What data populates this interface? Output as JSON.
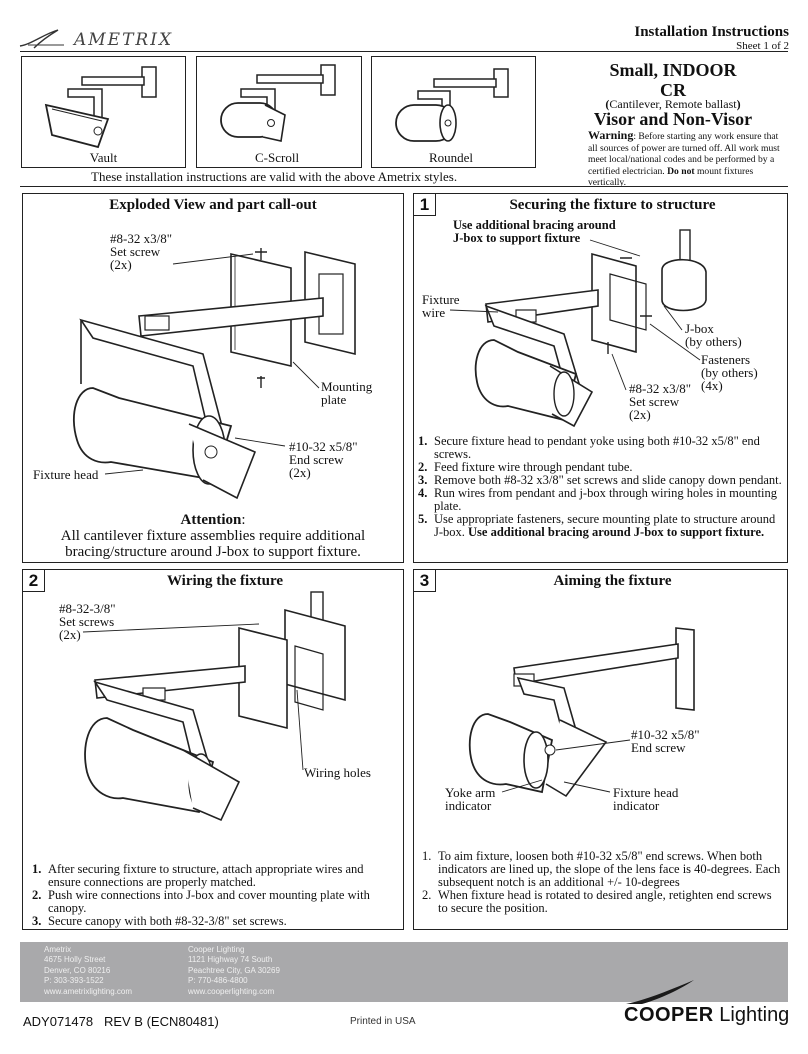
{
  "header": {
    "brand": "AMETRIX",
    "title": "Installation Instructions",
    "sheet": "Sheet 1 of 2"
  },
  "styles": [
    {
      "label": "Vault"
    },
    {
      "label": "C-Scroll"
    },
    {
      "label": "Roundel"
    }
  ],
  "styles_note": "These installation instructions are valid with the above Ametrix styles.",
  "product": {
    "line1": "Small, INDOOR",
    "line2": "CR",
    "paren_open": "(",
    "cantilever": "Cantilever",
    "comma": ", ",
    "remote": "Remote ballast",
    "paren_close": ")",
    "line4": "Visor and Non-Visor"
  },
  "warning": {
    "label": "Warning",
    "text": ": Before starting any work ensure that all sources of power are turned off.  All work must meet local/national codes and be performed by a certified electrician.",
    "bold_tail": "Do not",
    "tail": "mount fixtures vertically."
  },
  "exploded": {
    "title": "Exploded View and part call-out",
    "callouts": {
      "set_screw": "#8-32 x3/8\"\nSet screw\n(2x)",
      "mounting_plate": "Mounting\nplate",
      "end_screw": "#10-32 x5/8\"\nEnd screw\n(2x)",
      "fixture_head": "Fixture head"
    },
    "attention_label": "Attention",
    "attention_colon": ":",
    "attention_text": "All cantilever fixture assemblies require additional bracing/structure around J-box to support fixture."
  },
  "panel1": {
    "number": "1",
    "title": "Securing the fixture to structure",
    "bracing_note": "Use additional bracing around\nJ-box to support fixture",
    "callouts": {
      "fixture_wire": "Fixture\nwire",
      "jbox": "J-box\n(by others)",
      "fasteners": "Fasteners\n(by others)\n(4x)",
      "set_screw": "#8-32 x3/8\"\nSet screw\n(2x)"
    },
    "steps": [
      {
        "n": "1.",
        "text": "Secure fixture head to pendant yoke using both #10-32 x5/8\" end screws."
      },
      {
        "n": "2.",
        "text": "Feed fixture wire through pendant tube."
      },
      {
        "n": "3.",
        "text": "Remove both #8-32 x3/8\" set screws and slide canopy down pendant."
      },
      {
        "n": "4.",
        "text": "Run wires from pendant and j-box through wiring holes in mounting plate."
      },
      {
        "n": "5.",
        "text": "Use appropriate fasteners, secure mounting plate to structure around J-box.",
        "bold": "Use additional bracing around J-box to support fixture."
      }
    ]
  },
  "panel2": {
    "number": "2",
    "title": "Wiring the fixture",
    "callouts": {
      "set_screws": "#8-32-3/8\"\nSet screws\n(2x)",
      "wiring_holes": "Wiring holes"
    },
    "steps": [
      {
        "n": "1.",
        "text": "After securing fixture to structure, attach appropriate wires and ensure connections are properly matched."
      },
      {
        "n": "2.",
        "text": "Push wire connections into J-box and cover mounting plate with canopy."
      },
      {
        "n": "3.",
        "text": "Secure canopy with both #8-32-3/8\" set screws."
      }
    ]
  },
  "panel3": {
    "number": "3",
    "title": "Aiming the fixture",
    "callouts": {
      "end_screw": "#10-32 x5/8\"\nEnd screw",
      "yoke_arm": "Yoke arm\nindicator",
      "fixture_head": "Fixture head\nindicator"
    },
    "steps": [
      {
        "n": "1.",
        "text": "To aim fixture, loosen both #10-32 x5/8\" end screws.  When both indicators are lined up, the slope of the lens face is 40-degrees.  Each subsequent notch is an additional +/- 10-degrees"
      },
      {
        "n": "2.",
        "text": "When fixture head is rotated to desired angle, retighten end screws to secure the position."
      }
    ]
  },
  "footer": {
    "ametrix": [
      "Ametrix",
      "4675 Holly Street",
      "Denver, CO 80216",
      "P: 303-393-1522",
      "www.ametrixlighting.com"
    ],
    "cooper": [
      "Cooper Lighting",
      "1121 Highway 74 South",
      "Peachtree City, GA 30269",
      "P: 770-486-4800",
      "www.cooperlighting.com"
    ],
    "doc_id": "ADY071478   REV B (ECN80481)",
    "printed": "Printed in USA",
    "logo_bold": "COOPER",
    "logo_light": "Lighting"
  }
}
